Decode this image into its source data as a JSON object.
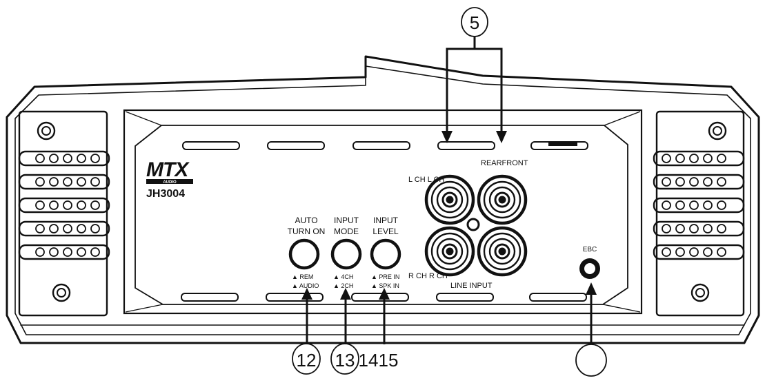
{
  "brand": {
    "logo_text": "MTX",
    "logo_sub": "AUDIO",
    "model": "JH3004"
  },
  "knobs": [
    {
      "line1": "AUTO",
      "line2": "TURN ON",
      "sub_top": "▲ REM",
      "sub_bottom": "▲ AUDIO"
    },
    {
      "line1": "INPUT",
      "line2": "MODE",
      "sub_top": "▲ 4CH",
      "sub_bottom": "▲ 2CH"
    },
    {
      "line1": "INPUT",
      "line2": "LEVEL",
      "sub_top": "▲ PRE IN",
      "sub_bottom": "▲ SPK IN"
    }
  ],
  "rca": {
    "top_left_label": "L CH L CH",
    "top_right_label": "REARFRONT",
    "bottom_label": "R CH R CH",
    "group_label": "LINE INPUT"
  },
  "ebc": {
    "label": "EBC"
  },
  "callouts": {
    "top": "5",
    "n12": "12",
    "n13": "13",
    "n14": "14",
    "n15": "15",
    "ebc_callout": ""
  }
}
